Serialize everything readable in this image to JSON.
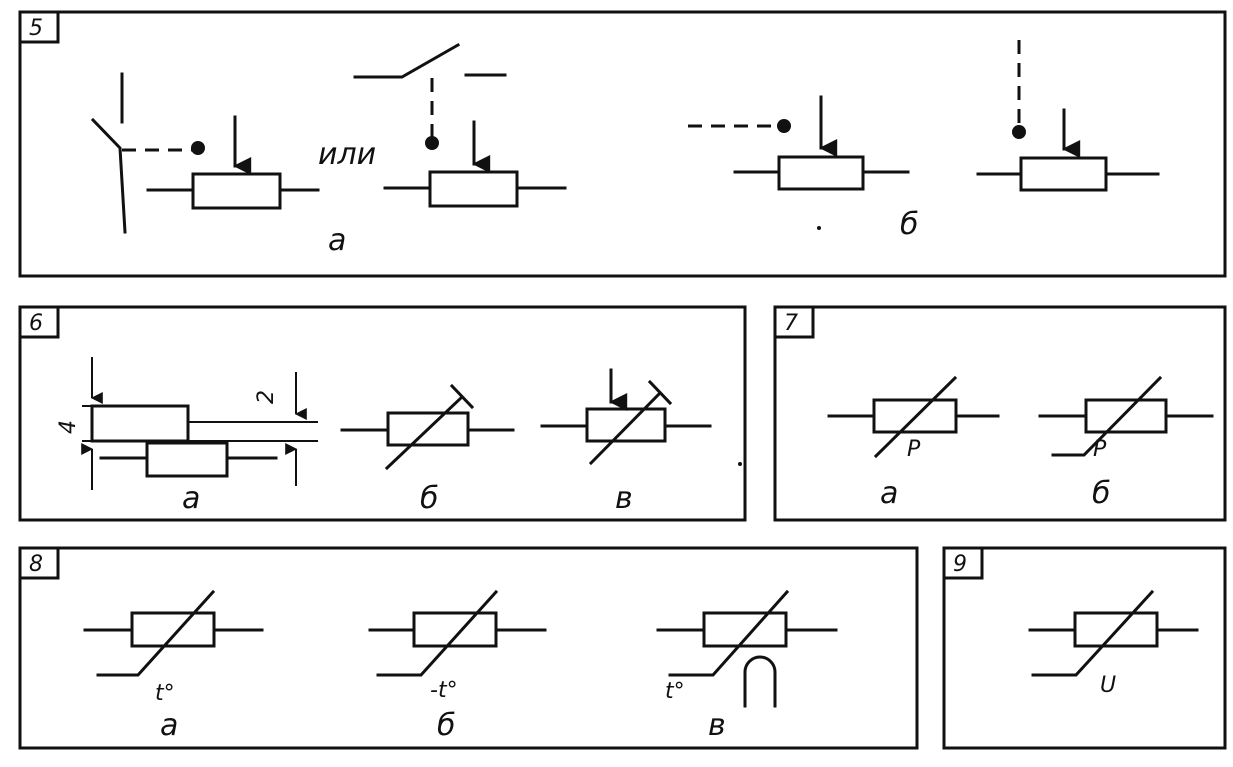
{
  "panels": {
    "p5": {
      "number": "5",
      "cap_a": "а",
      "cap_b": "б",
      "or_word": "или"
    },
    "p6": {
      "number": "6",
      "cap_a": "а",
      "cap_b": "б",
      "cap_v": "в",
      "dim_4": "4",
      "dim_2": "2"
    },
    "p7": {
      "number": "7",
      "cap_a": "а",
      "cap_b": "б",
      "label_p_a": "P",
      "label_p_b": "P"
    },
    "p8": {
      "number": "8",
      "cap_a": "а",
      "cap_b": "б",
      "cap_v": "в",
      "label_a": "t°",
      "label_b": "-t°",
      "label_v": "t°"
    },
    "p9": {
      "number": "9",
      "label_u": "U"
    }
  }
}
